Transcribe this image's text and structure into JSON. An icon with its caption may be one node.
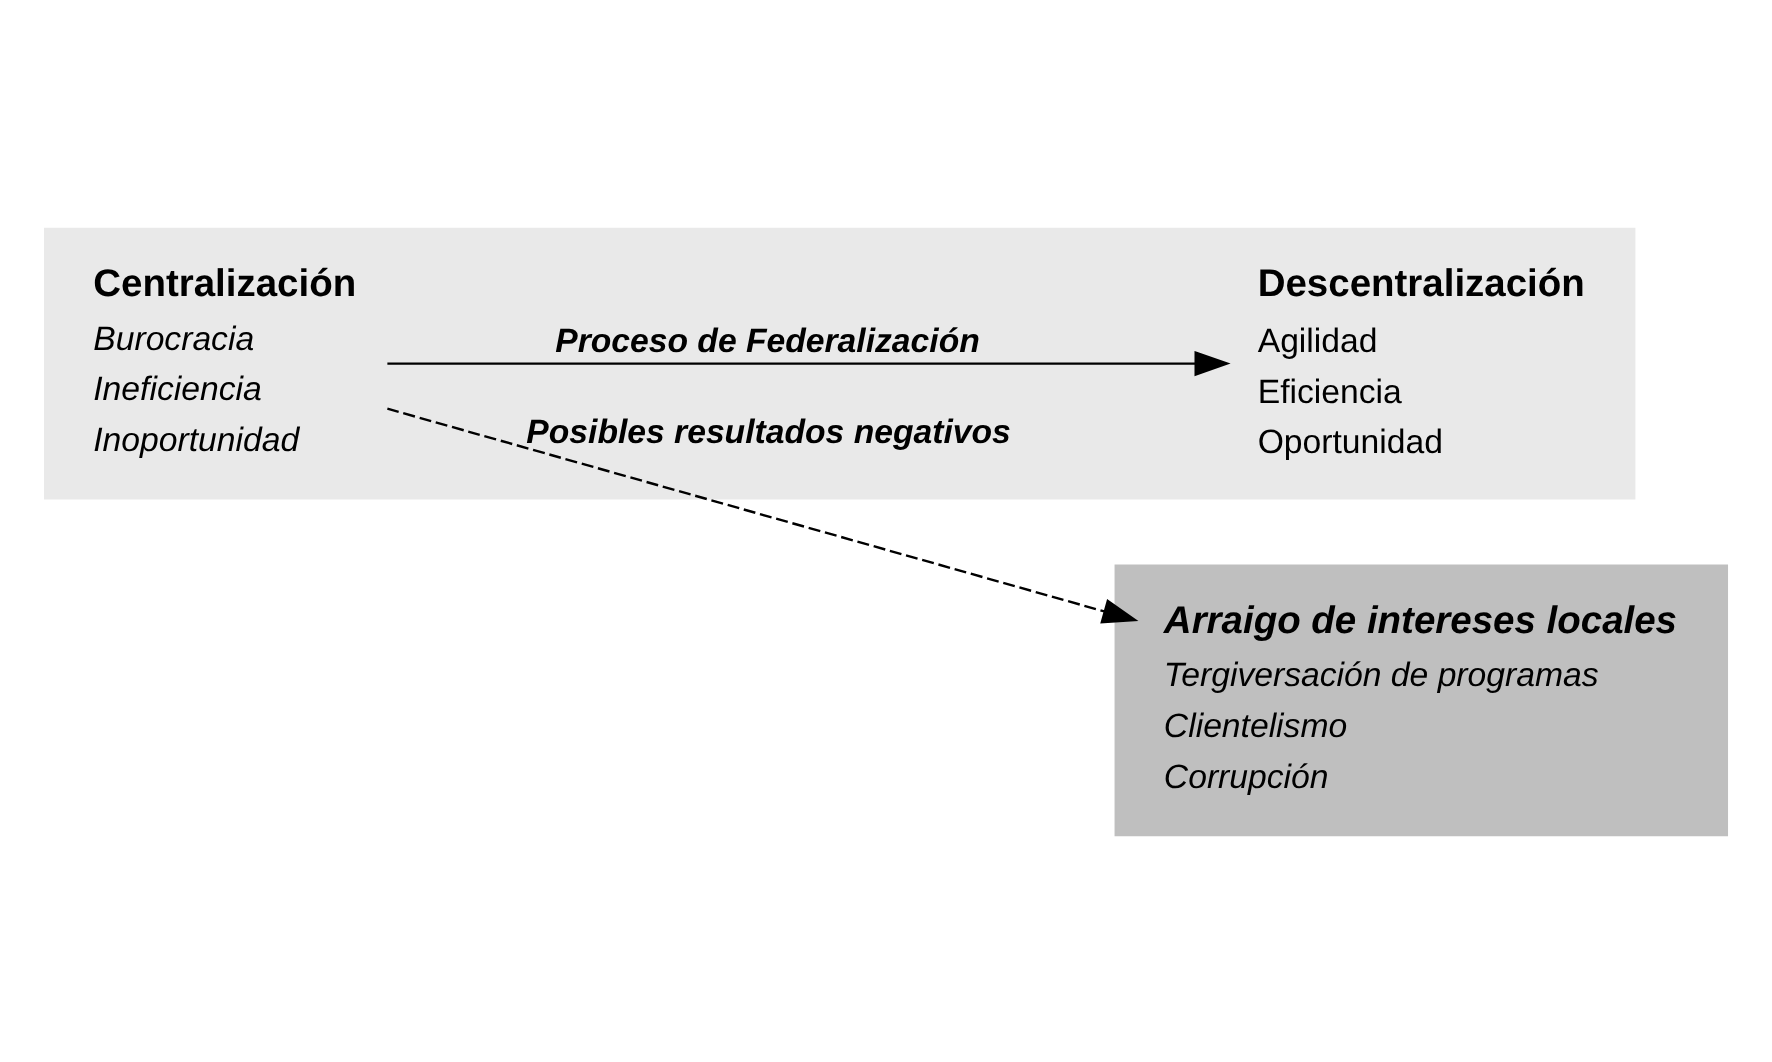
{
  "diagram": {
    "nodes": [
      {
        "text": [],
        "shape": "bar"
      },
      {
        "text": [
          "Centralización",
          "Burocracia",
          "Ineficiencia",
          "Inoportunidad"
        ],
        "in": 0
      },
      {
        "text": [
          "Descentralización",
          "Agilidad",
          "Eficiencia",
          "Oportunidad"
        ],
        "in": 0
      },
      {
        "text": [],
        "shape": "bar"
      },
      {
        "text": [
          "Arraigo de intereses locales",
          "Tergiversación de programas",
          "Clientelismo",
          "Corrupción"
        ],
        "in": 3
      }
    ],
    "edges": [
      {
        "from": 1,
        "to": 2,
        "arrow": "to",
        "label": "Proceso de Federalización"
      },
      {
        "from": 1,
        "to": 4,
        "arrow": "to",
        "style": "dashed",
        "label": "Posibles resultados negativos"
      }
    ]
  }
}
